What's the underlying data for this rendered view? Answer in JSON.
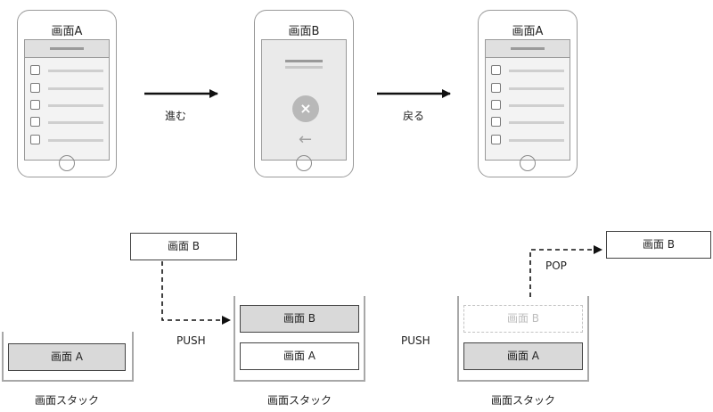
{
  "phones": {
    "left": {
      "title": "画面A"
    },
    "middle": {
      "title": "画面B"
    },
    "right": {
      "title": "画面A"
    }
  },
  "transitions": {
    "forward_label": "進む",
    "back_label": "戻る"
  },
  "stacks": {
    "left": {
      "items": [
        "画面 A"
      ],
      "caption": "画面スタック"
    },
    "middle": {
      "incoming": "画面 B",
      "items": [
        "画面 B",
        "画面 A"
      ],
      "caption": "画面スタック"
    },
    "right": {
      "outgoing": "画面 B",
      "removed": "画面 B",
      "items": [
        "画面 A"
      ],
      "caption": "画面スタック"
    }
  },
  "operations": {
    "push_label_1": "PUSH",
    "push_label_2": "PUSH",
    "pop_label": "POP"
  },
  "icons": {
    "close": "×",
    "back_arrow": "←"
  }
}
